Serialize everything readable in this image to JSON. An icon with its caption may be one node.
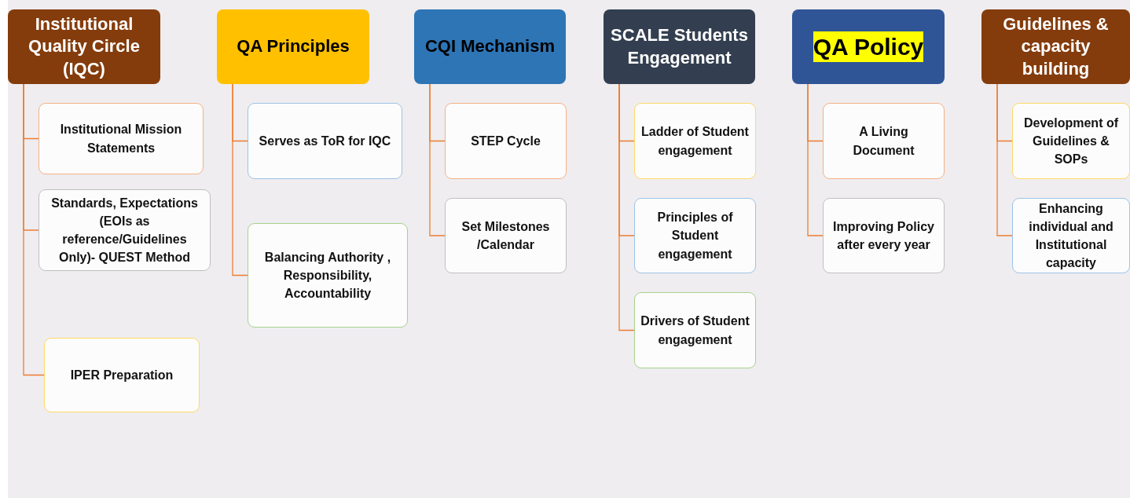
{
  "diagram": {
    "nodes": [
      {
        "text": [
          "Institutional Quality Circle (IQC)"
        ]
      },
      {
        "text": [
          "Institutional Mission Statements"
        ]
      },
      {
        "text": [
          "Standards, Expectations (EOIs as reference/Guidelines Only)- QUEST Method"
        ]
      },
      {
        "text": [
          "IPER Preparation"
        ]
      },
      {
        "text": [
          "QA Principles"
        ]
      },
      {
        "text": [
          "Serves as ToR for IQC"
        ]
      },
      {
        "text": [
          "Balancing Authority , Responsibility, Accountability"
        ]
      },
      {
        "text": [
          "CQI Mechanism"
        ]
      },
      {
        "text": [
          "STEP Cycle"
        ]
      },
      {
        "text": [
          "Set Milestones /Calendar"
        ]
      },
      {
        "text": [
          "SCALE Students Engagement"
        ]
      },
      {
        "text": [
          "Ladder of Student engagement"
        ]
      },
      {
        "text": [
          "Principles of Student engagement"
        ]
      },
      {
        "text": [
          "Drivers of Student engagement"
        ]
      },
      {
        "text": [
          "QA Policy"
        ]
      },
      {
        "text": [
          "A Living Document"
        ]
      },
      {
        "text": [
          "Improving Policy after every year"
        ]
      },
      {
        "text": [
          "Guidelines & capacity building"
        ]
      },
      {
        "text": [
          "Development of Guidelines & SOPs"
        ]
      },
      {
        "text": [
          "Enhancing individual and Institutional capacity"
        ]
      }
    ],
    "edges": [
      {
        "from": 0,
        "to": 1,
        "arrow": "none"
      },
      {
        "from": 0,
        "to": 2,
        "arrow": "none"
      },
      {
        "from": 0,
        "to": 3,
        "arrow": "none"
      },
      {
        "from": 4,
        "to": 5,
        "arrow": "none"
      },
      {
        "from": 4,
        "to": 6,
        "arrow": "none"
      },
      {
        "from": 7,
        "to": 8,
        "arrow": "none"
      },
      {
        "from": 7,
        "to": 9,
        "arrow": "none"
      },
      {
        "from": 10,
        "to": 11,
        "arrow": "none"
      },
      {
        "from": 10,
        "to": 12,
        "arrow": "none"
      },
      {
        "from": 10,
        "to": 13,
        "arrow": "none"
      },
      {
        "from": 14,
        "to": 15,
        "arrow": "none"
      },
      {
        "from": 14,
        "to": 16,
        "arrow": "none"
      },
      {
        "from": 17,
        "to": 18,
        "arrow": "none"
      },
      {
        "from": 17,
        "to": 19,
        "arrow": "none"
      }
    ]
  }
}
